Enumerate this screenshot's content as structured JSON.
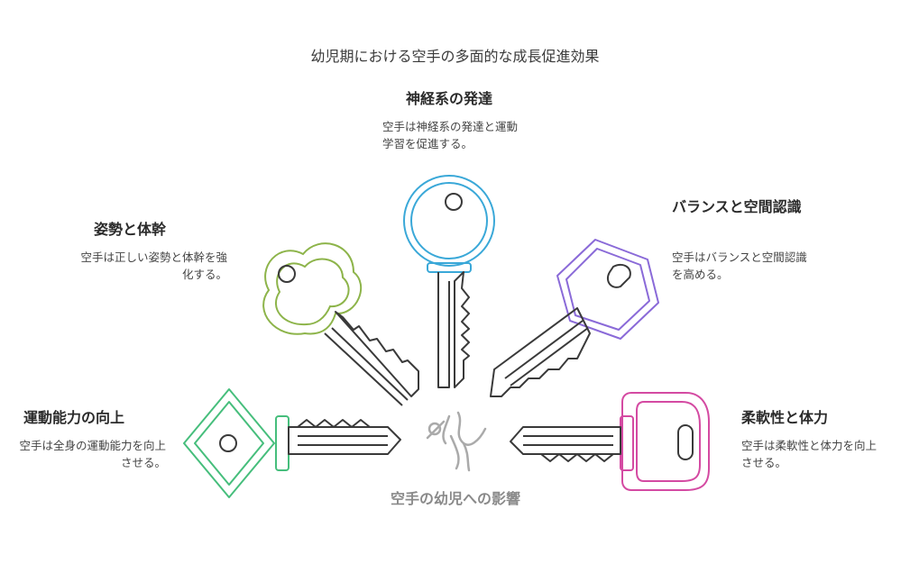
{
  "title": "幼児期における空手の多面的な成長促進効果",
  "center_label": "空手の幼児への影響",
  "colors": {
    "neural": "#3aa8d8",
    "posture": "#8db44a",
    "balance": "#8a6ad8",
    "motor": "#46be7c",
    "flexibility": "#d44aa2",
    "key_outline": "#3a3a3a",
    "center_icon": "#aaaaaa"
  },
  "items": {
    "neural": {
      "heading": "神経系の発達",
      "desc": "空手は神経系の発達と運動学習を促進する。"
    },
    "posture": {
      "heading": "姿勢と体幹",
      "desc": "空手は正しい姿勢と体幹を強化する。"
    },
    "balance": {
      "heading": "バランスと空間認識",
      "desc": "空手はバランスと空間認識を高める。"
    },
    "motor": {
      "heading": "運動能力の向上",
      "desc": "空手は全身の運動能力を向上させる。"
    },
    "flexibility": {
      "heading": "柔軟性と体力",
      "desc": "空手は柔軟性と体力を向上させる。"
    }
  },
  "icons": [
    "key-icon",
    "karate-figure-icon"
  ]
}
